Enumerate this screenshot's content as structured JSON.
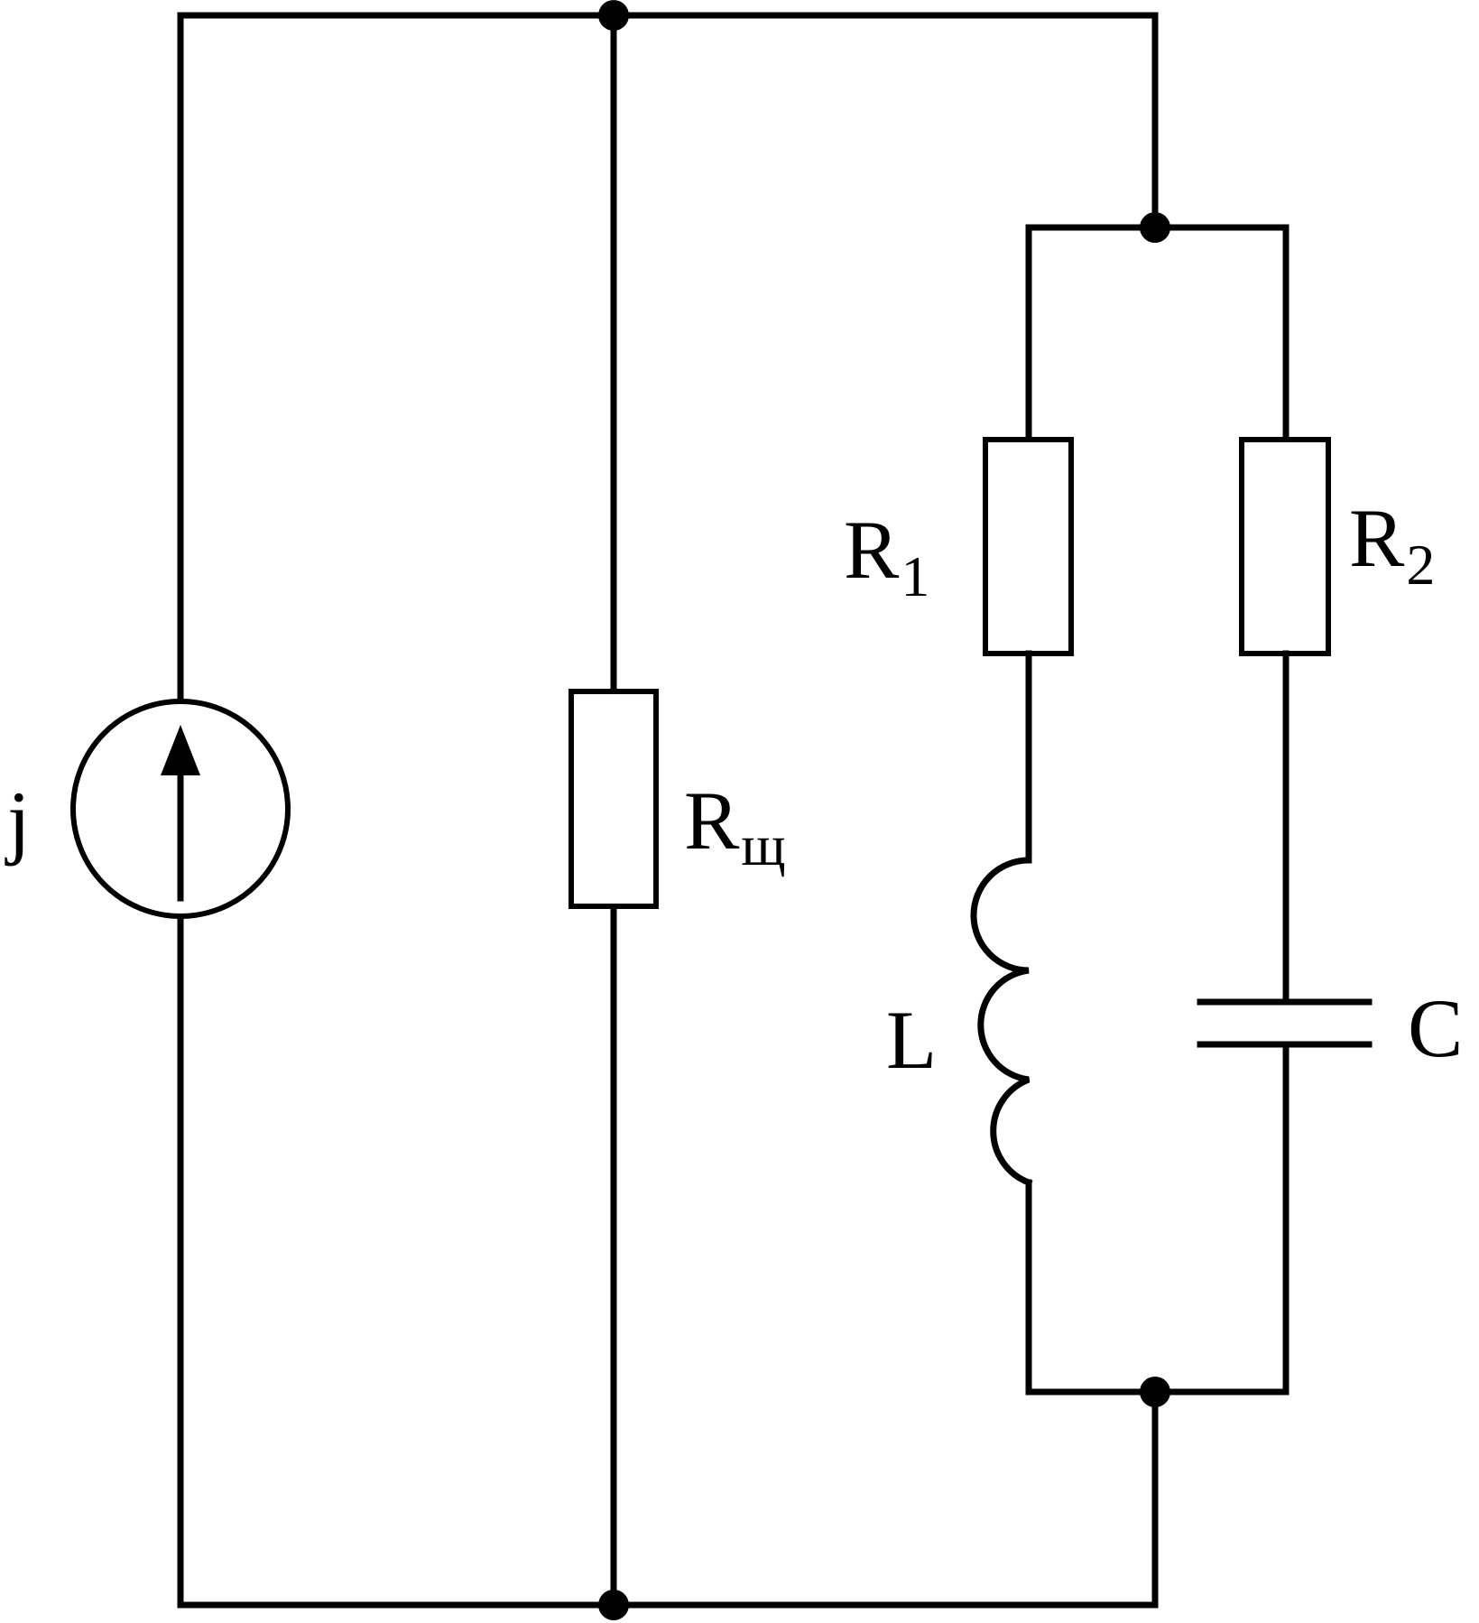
{
  "diagram": {
    "colors": {
      "stroke": "#000000",
      "background": "#ffffff"
    },
    "labels": {
      "source": "j",
      "r_shunt_main": "R",
      "r_shunt_sub": "щ",
      "r1_main": "R",
      "r1_sub": "1",
      "r2_main": "R",
      "r2_sub": "2",
      "inductor": "L",
      "capacitor": "C"
    }
  }
}
